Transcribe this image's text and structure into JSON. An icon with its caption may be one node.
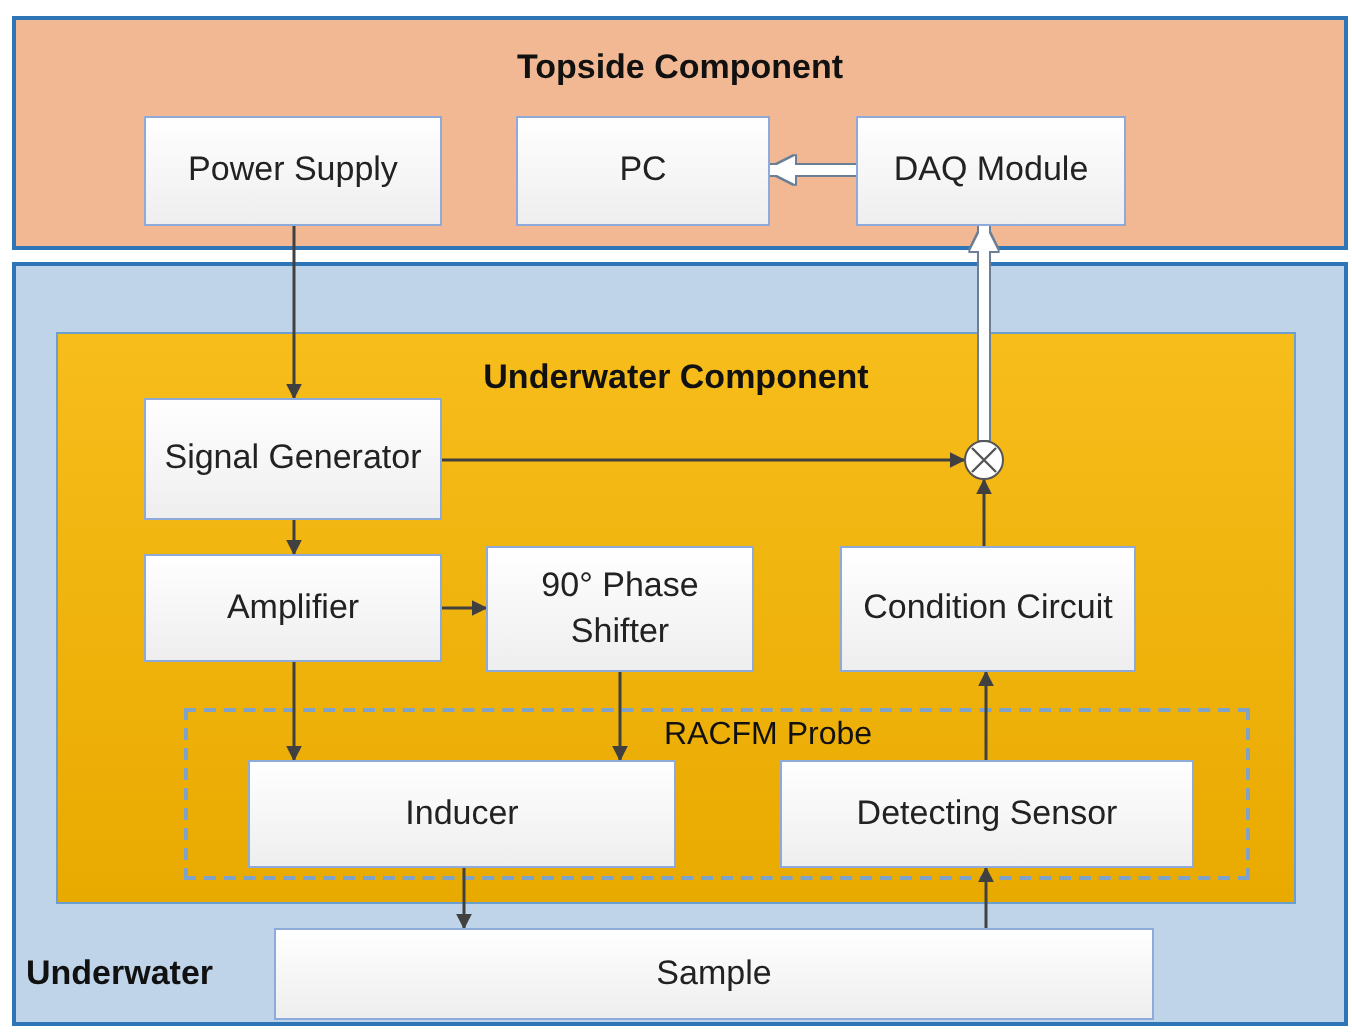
{
  "diagram": {
    "nodes": [
      {
        "text": [
          "Topside Component"
        ]
      },
      {
        "text": [
          "Power Supply"
        ],
        "in": 0
      },
      {
        "text": [
          "PC"
        ],
        "in": 0
      },
      {
        "text": [
          "DAQ Module"
        ],
        "in": 0
      },
      {
        "text": [
          "Underwater"
        ]
      },
      {
        "text": [
          "Underwater Component"
        ],
        "in": 4
      },
      {
        "text": [
          "Signal Generator"
        ],
        "in": 5
      },
      {
        "text": [
          "Amplifier"
        ],
        "in": 5
      },
      {
        "text": [
          "90° Phase Shifter"
        ],
        "in": 5
      },
      {
        "text": [
          "Condition Circuit"
        ],
        "in": 5
      },
      {
        "text": [
          "RACFM Probe"
        ],
        "in": 5
      },
      {
        "text": [
          "Inducer"
        ],
        "in": 10
      },
      {
        "text": [
          "Detecting Sensor"
        ],
        "in": 10
      },
      {
        "text": [
          "Sample"
        ],
        "in": 4
      },
      {
        "text": [],
        "shape": "circle",
        "in": 5
      }
    ],
    "edges": [
      {
        "from": 1,
        "to": 6,
        "arrow": "to"
      },
      {
        "from": 3,
        "to": 2,
        "arrow": "to",
        "style": "thick",
        "color": "#ffffff"
      },
      {
        "from": 14,
        "to": 3,
        "arrow": "to",
        "style": "thick",
        "color": "#ffffff"
      },
      {
        "from": 6,
        "to": 14,
        "arrow": "to"
      },
      {
        "from": 6,
        "to": 7,
        "arrow": "to"
      },
      {
        "from": 7,
        "to": 8,
        "arrow": "to"
      },
      {
        "from": 7,
        "to": 11,
        "arrow": "to"
      },
      {
        "from": 8,
        "to": 11,
        "arrow": "to"
      },
      {
        "from": 11,
        "to": 13,
        "arrow": "to"
      },
      {
        "from": 13,
        "to": 12,
        "arrow": "to"
      },
      {
        "from": 12,
        "to": 9,
        "arrow": "to"
      },
      {
        "from": 9,
        "to": 14,
        "arrow": "to"
      }
    ]
  }
}
